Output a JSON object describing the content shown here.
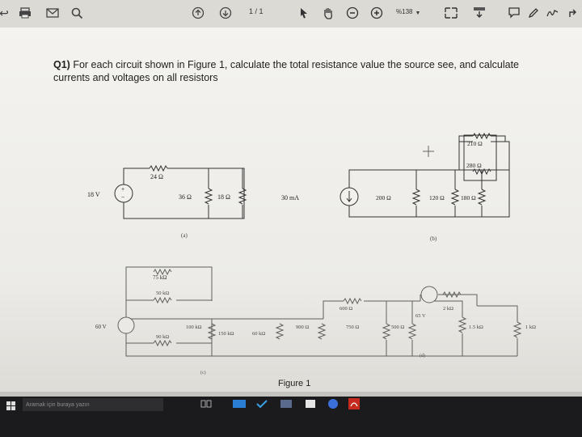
{
  "toolbar": {
    "page_indicator": "1 / 1",
    "zoom_level": "%138",
    "icons": [
      "printer-icon",
      "mail-icon",
      "search-icon",
      "page-up-icon",
      "page-down-icon",
      "cursor-icon",
      "hand-icon",
      "zoom-out-icon",
      "zoom-in-icon",
      "fit-icon",
      "comment-icon",
      "pen-icon",
      "sign-icon",
      "share-icon"
    ]
  },
  "document": {
    "question_label": "Q1)",
    "question_text": "For each circuit shown in Figure 1, calculate the total resistance value the source see, and calculate currents and voltages on all resistors",
    "figure_caption": "Figure 1"
  },
  "circuit_a": {
    "source": "18 V",
    "r1": "24 Ω",
    "r2": "36 Ω",
    "r3": "18 Ω",
    "label": "(a)"
  },
  "circuit_b": {
    "source": "30 mA",
    "r1": "200 Ω",
    "r2": "120 Ω",
    "r3": "180 Ω",
    "r4": "280 Ω",
    "r5": "210 Ω",
    "label": "(b)"
  },
  "circuit_c": {
    "source": "60 V",
    "r1": "75 kΩ",
    "r2": "50 kΩ",
    "r3": "100 kΩ",
    "r4": "150 kΩ",
    "r5": "60 kΩ",
    "r6": "90 kΩ",
    "label": "(c)"
  },
  "circuit_d": {
    "r_top": "900 Ω",
    "r1": "600 Ω",
    "r2": "750 Ω",
    "r3": "500 Ω",
    "source": "65 V",
    "r4": "2 kΩ",
    "r5": "1.5 kΩ",
    "r6": "1 kΩ",
    "label": "(d)"
  },
  "taskbar": {
    "search_placeholder": "Aramak için buraya yazın"
  }
}
